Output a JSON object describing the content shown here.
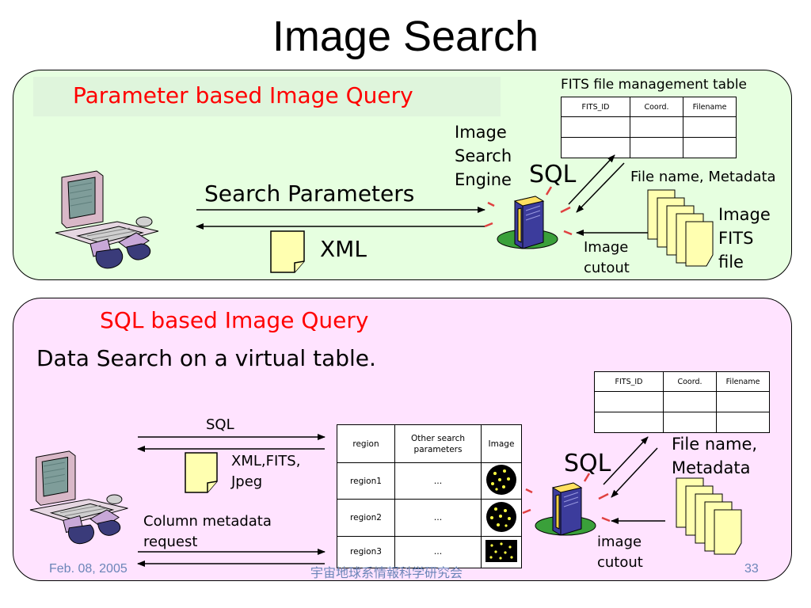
{
  "title": "Image Search",
  "panel1": {
    "heading": "Parameter based Image Query",
    "fits_table_caption": "FITS file management table",
    "fits_table_headers": [
      "FITS_ID",
      "Coord.",
      "Filename"
    ],
    "engine_label_lines": [
      "Image",
      "Search",
      "Engine"
    ],
    "sql_label": "SQL",
    "filename_metadata_label": "File name, Metadata",
    "search_parameters_label": "Search Parameters",
    "xml_label": "XML",
    "image_cutout_lines": [
      "Image",
      "cutout"
    ],
    "image_fits_file_lines": [
      "Image",
      "FITS",
      "file"
    ]
  },
  "panel2": {
    "heading": "SQL  based Image Query",
    "subheading": "Data Search on a virtual table.",
    "fits_table_headers": [
      "FITS_ID",
      "Coord.",
      "Filename"
    ],
    "sql_small_label": "SQL",
    "xml_fits_jpeg_lines": [
      "XML,FITS,",
      "Jpeg"
    ],
    "column_metadata_lines": [
      "Column metadata",
      "request"
    ],
    "virtual_table": {
      "headers": [
        "region",
        "Other search parameters",
        "Image"
      ],
      "rows": [
        {
          "region": "region1",
          "other": "…"
        },
        {
          "region": "region2",
          "other": "…"
        },
        {
          "region": "region3",
          "other": "…"
        }
      ]
    },
    "sql_big_label": "SQL",
    "filename_metadata_lines": [
      "File name,",
      "Metadata"
    ],
    "image_cutout_lines": [
      "image",
      "cutout"
    ]
  },
  "footer": {
    "date": "Feb. 08, 2005",
    "center": "宇宙地球系情報科学研究会",
    "page": "33"
  },
  "colors": {
    "panel1_bg": "#e6ffe0",
    "panel2_bg": "#ffe3ff",
    "heading_red": "#ff0000",
    "footer_text": "#6b85b8",
    "document_yellow": "#ffffb0"
  },
  "icons": [
    "computer-user-icon",
    "server-icon",
    "document-icon",
    "file-stack-icon",
    "star-image-icon"
  ]
}
